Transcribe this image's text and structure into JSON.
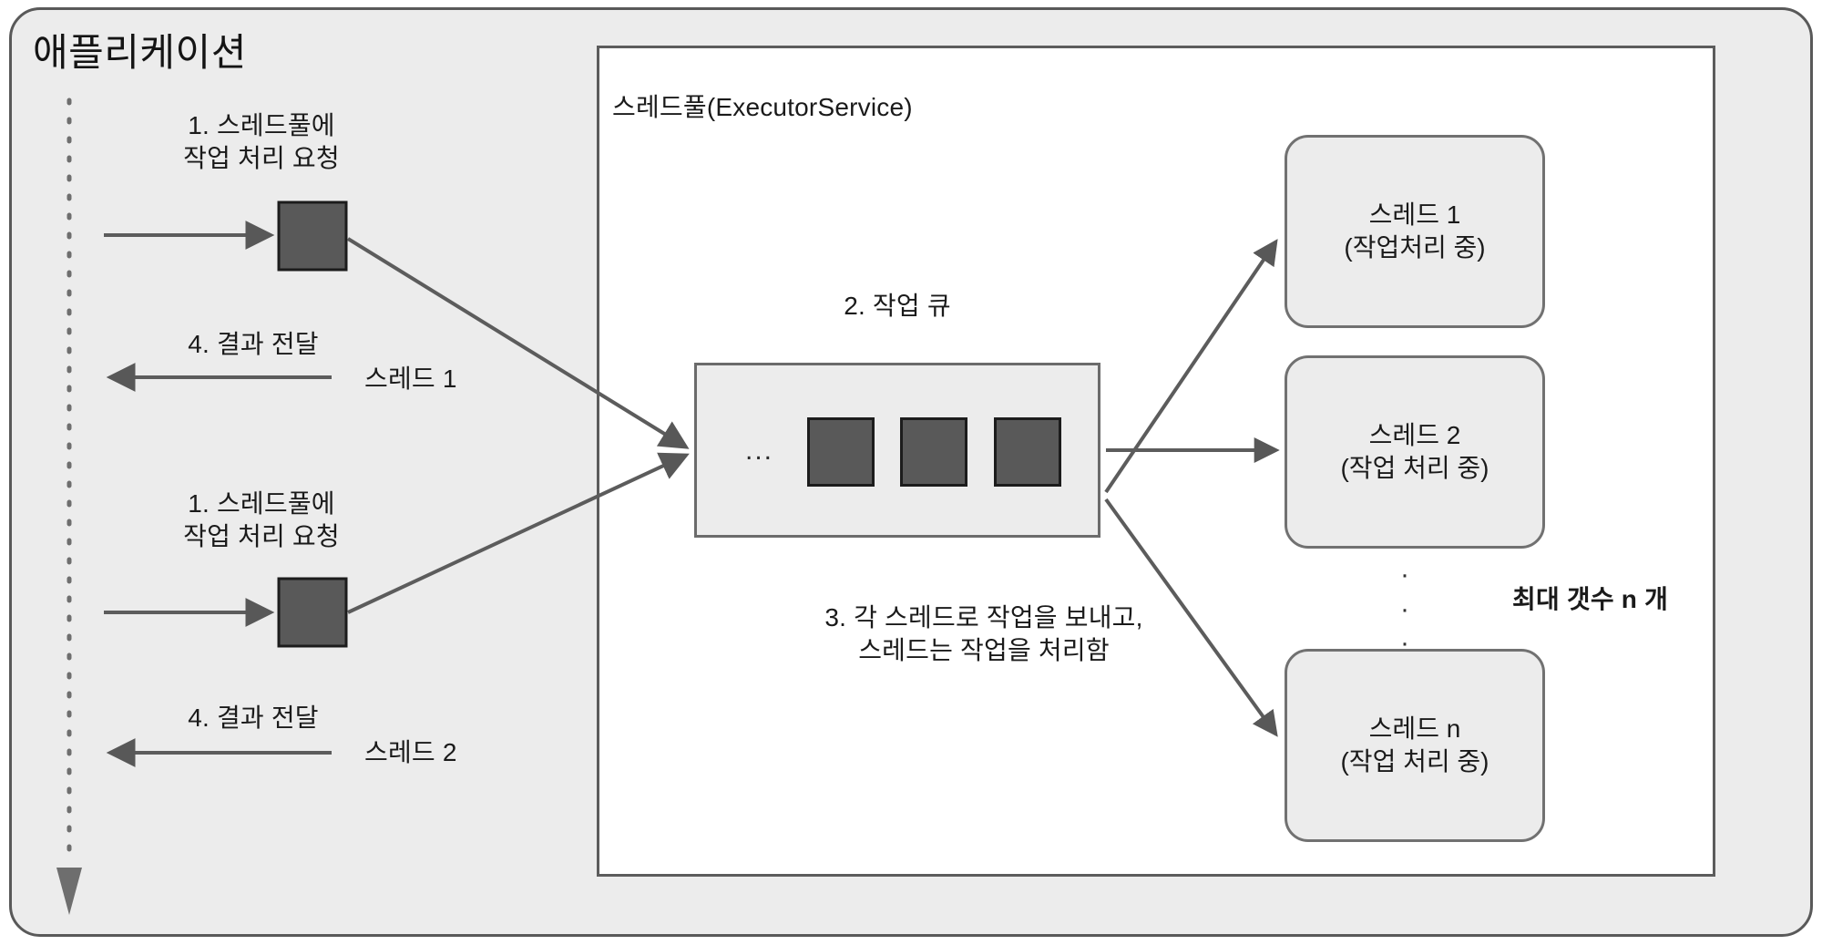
{
  "diagram": {
    "title": "애플리케이션",
    "pool": {
      "label": "스레드풀(ExecutorService)",
      "queue": {
        "label": "2. 작업 큐",
        "ellipsis": "...",
        "task_count": 3
      },
      "dispatch_note": "3. 각 스레드로 작업을 보내고,\n스레드는 작업을 처리함",
      "max_threads_note": "최대 갯수 n 개",
      "vertical_dots": "·\n·\n·",
      "threads": [
        {
          "name": "스레드 1",
          "state": "(작업처리 중)"
        },
        {
          "name": "스레드 2",
          "state": "(작업 처리 중)"
        },
        {
          "name": "스레드 n",
          "state": "(작업 처리 중)"
        }
      ]
    },
    "flows": [
      {
        "request_label": "1. 스레드풀에\n작업 처리 요청",
        "result_label": "4. 결과 전달",
        "result_thread": "스레드 1"
      },
      {
        "request_label": "1. 스레드풀에\n작업 처리 요청",
        "result_label": "4. 결과 전달",
        "result_thread": "스레드 2"
      }
    ]
  },
  "colors": {
    "app_fill": "#ececec",
    "pool_fill": "#ffffff",
    "queue_fill": "#ececec",
    "task_fill": "#595959",
    "stroke": "#5c5c5c",
    "text": "#1a1a1a"
  }
}
